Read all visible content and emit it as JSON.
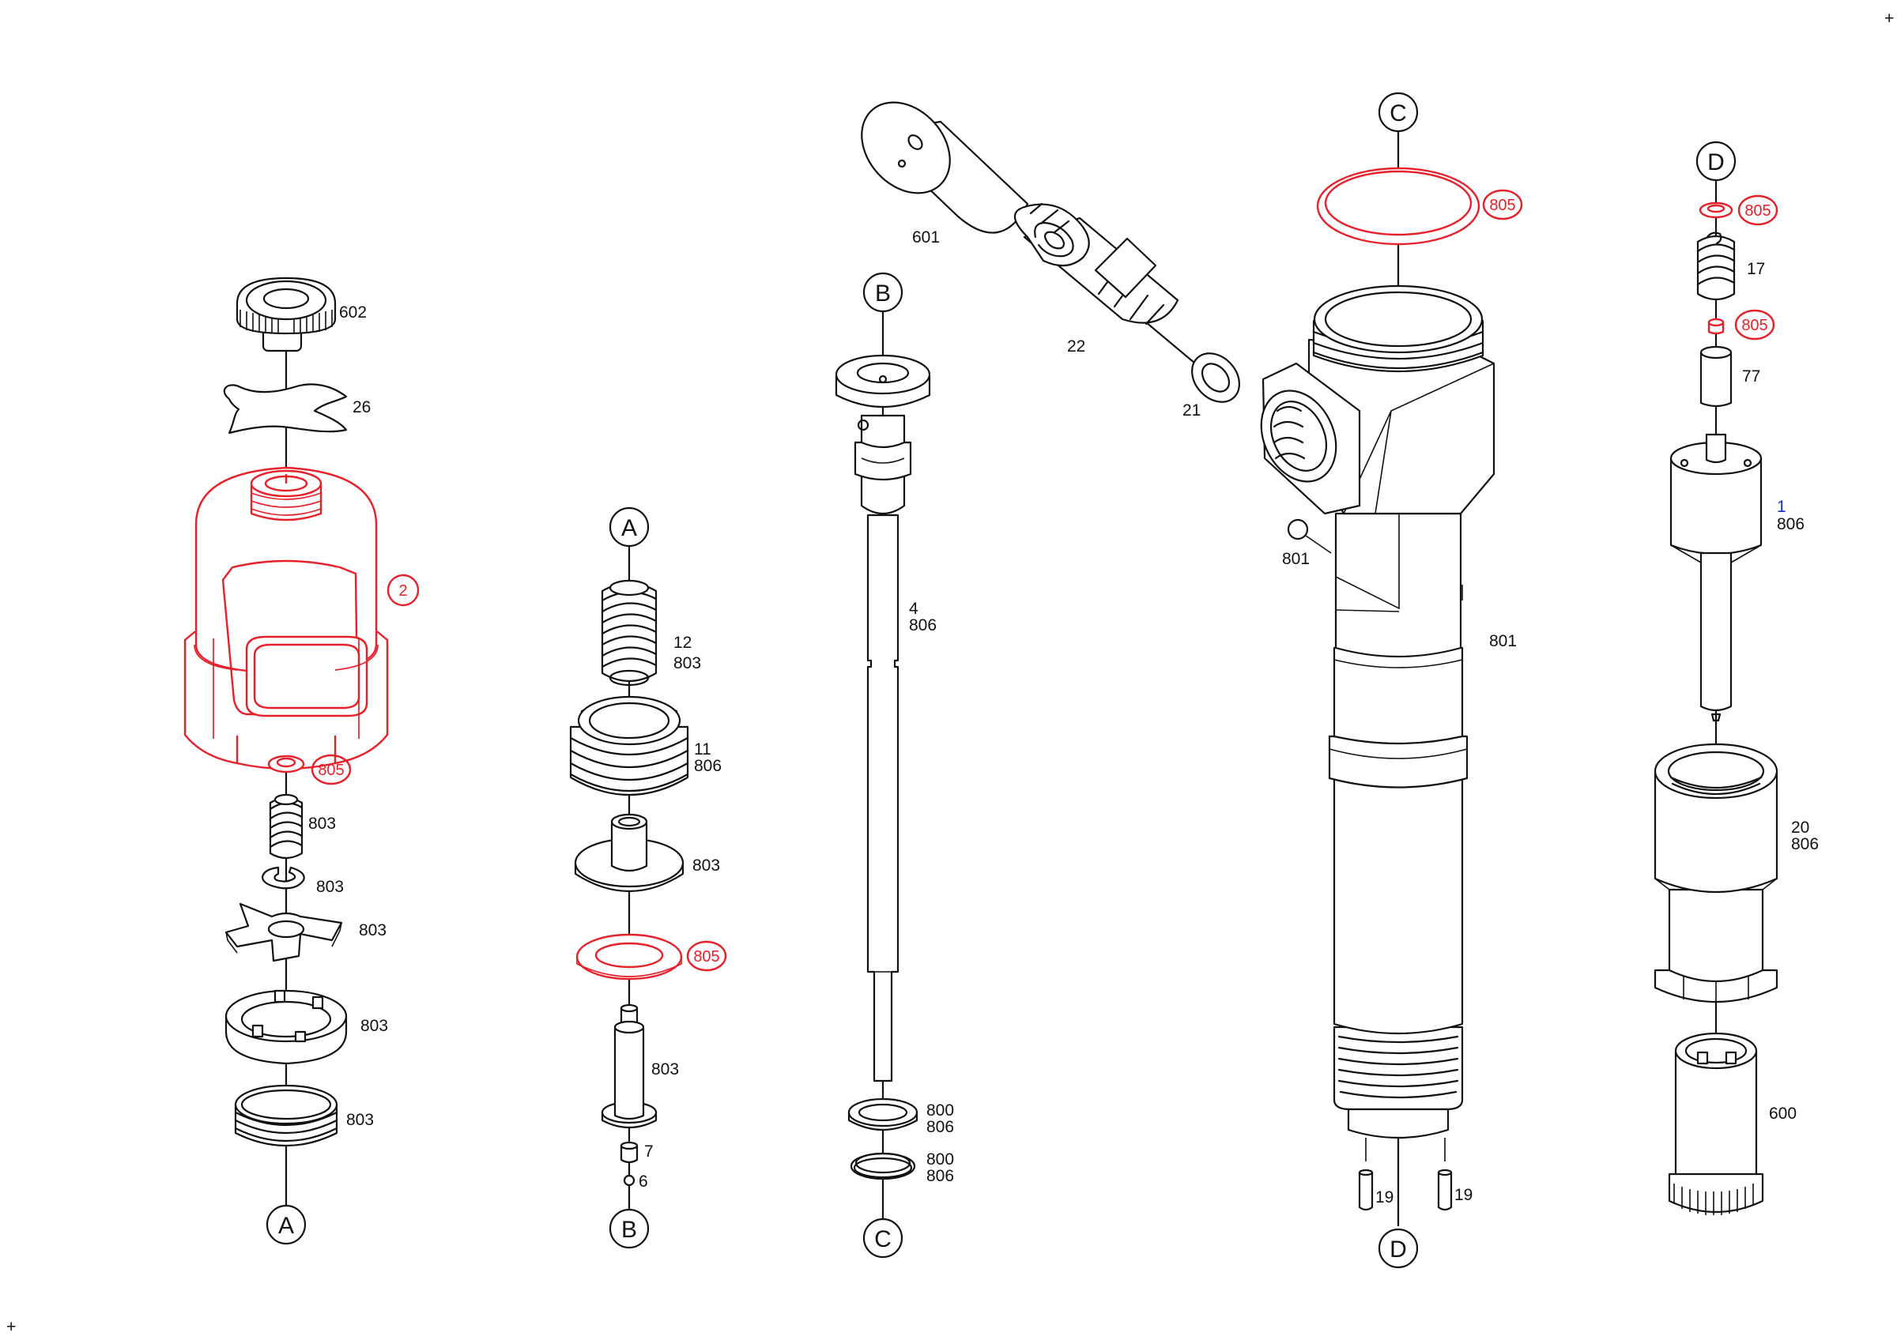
{
  "refs": {
    "a": "A",
    "b": "B",
    "c": "C",
    "d": "D"
  },
  "labels": {
    "l602": "602",
    "l26": "26",
    "l2": "2",
    "l805": "805",
    "l803": "803",
    "l12": "12",
    "l11": "11",
    "l806": "806",
    "l7": "7",
    "l6": "6",
    "l601": "601",
    "l22": "22",
    "l21": "21",
    "l4": "4",
    "l800": "800",
    "l801": "801",
    "l19": "19",
    "l17": "17",
    "l77": "77",
    "l1": "1",
    "l20": "20",
    "l600": "600"
  },
  "marks": {
    "plus": "+"
  },
  "colors": {
    "highlight": "#e8202a",
    "line": "#111111",
    "blue_label": "#1a2bd6"
  }
}
